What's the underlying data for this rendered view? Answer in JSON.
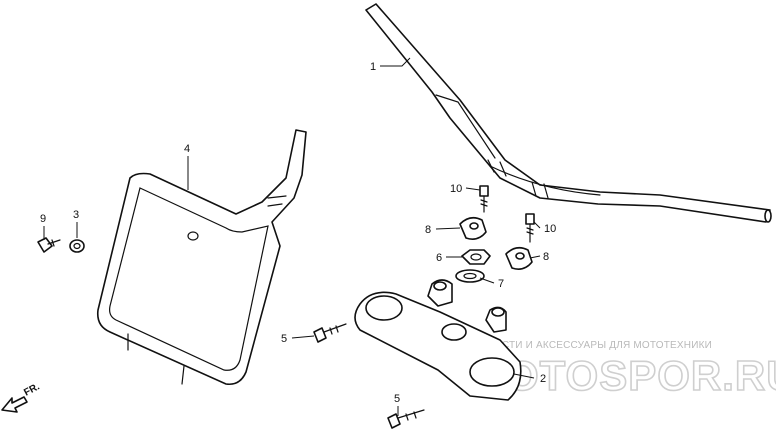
{
  "callouts": {
    "c1": "1",
    "c2": "2",
    "c3": "3",
    "c4": "4",
    "c5a": "5",
    "c5b": "5",
    "c6": "6",
    "c7": "7",
    "c8a": "8",
    "c8b": "8",
    "c9": "9",
    "c10a": "10",
    "c10b": "10"
  },
  "watermark": {
    "tagline": "ЗАПЧАСТИ И АКСЕССУАРЫ ДЛЯ МОТОТЕХНИКИ",
    "logo": "MOTOSPOR.RU",
    "color": "#cfcfcf"
  },
  "direction": {
    "label": "FR.",
    "icon": "front-direction-arrow-icon"
  }
}
